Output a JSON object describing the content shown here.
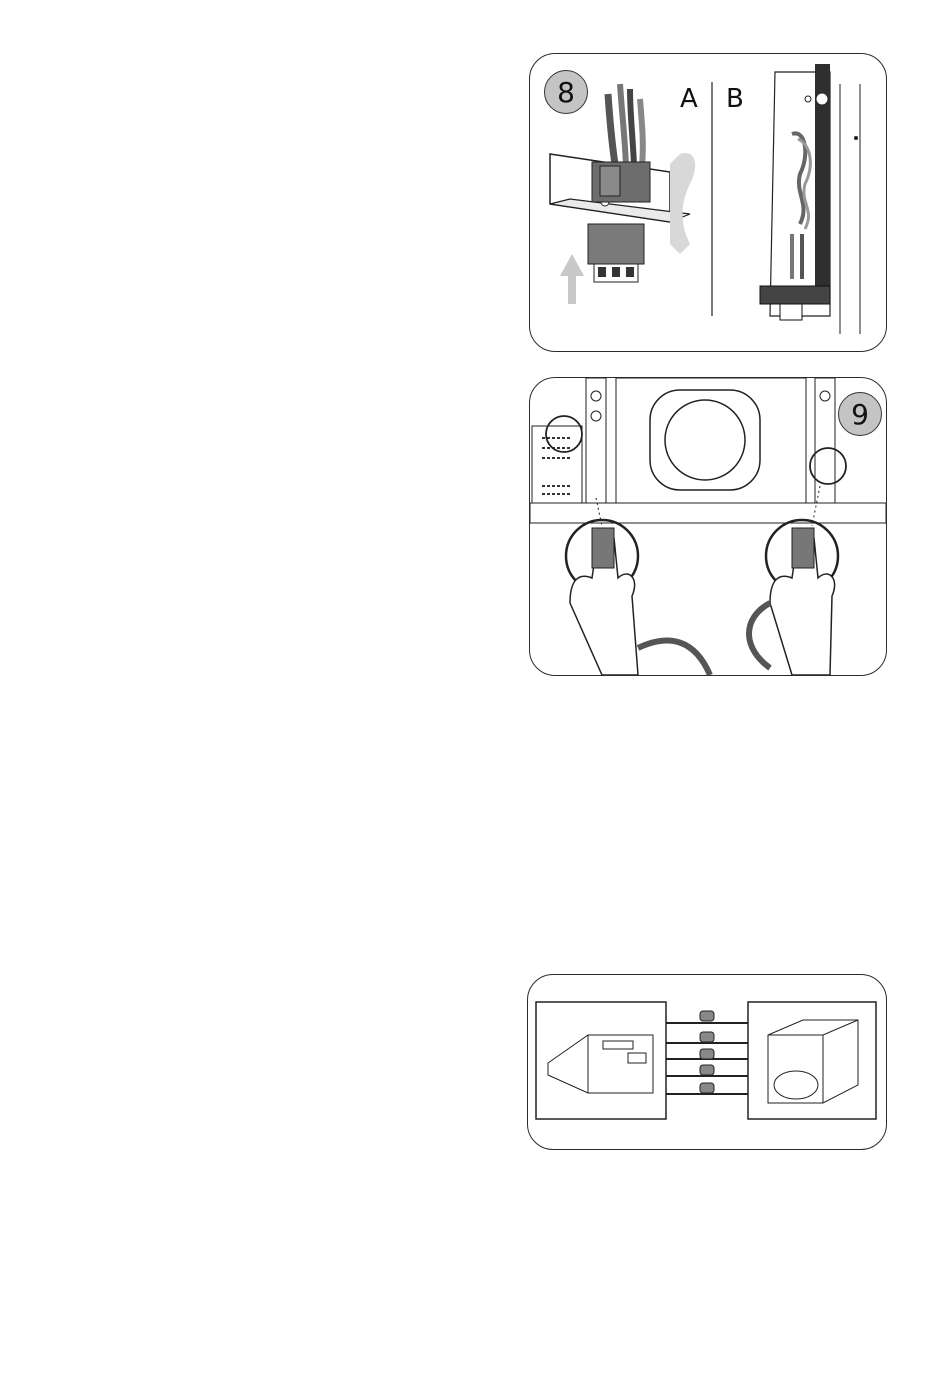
{
  "figures": [
    {
      "step_number": "8",
      "labels": [
        "A",
        "B"
      ]
    },
    {
      "step_number": "9"
    },
    {
      "step_number": ""
    }
  ]
}
